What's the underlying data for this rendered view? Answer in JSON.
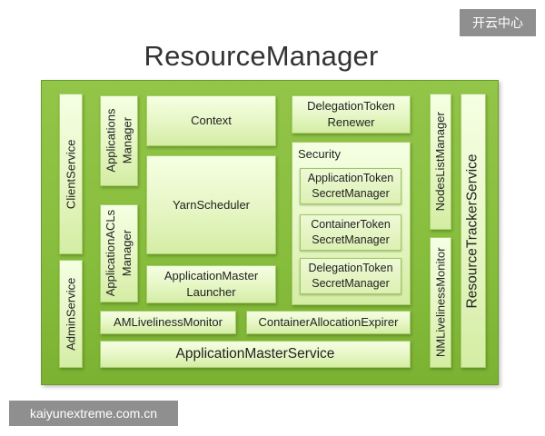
{
  "watermarks": {
    "top": "开云中心",
    "bottom": "kaiyunextreme.com.cn"
  },
  "title": "ResourceManager",
  "components": {
    "client_service": "ClientService",
    "admin_service": "AdminService",
    "applications_manager": "Applications Manager",
    "application_acls_manager": "ApplicationACLs Manager",
    "context": "Context",
    "yarn_scheduler": "YarnScheduler",
    "application_master_launcher": "ApplicationMaster Launcher",
    "delegation_token_renewer": "DelegationToken Renewer",
    "security": "Security",
    "application_token_secret_manager": "ApplicationToken SecretManager",
    "container_token_secret_manager": "ContainerToken SecretManager",
    "delegation_token_secret_manager": "DelegationToken SecretManager",
    "nodes_list_manager": "NodesListManager",
    "nm_liveliness_monitor": "NMLivelinessMonitor",
    "resource_tracker_service": "ResourceTrackerService",
    "am_liveliness_monitor": "AMLivelinessMonitor",
    "container_allocation_expirer": "ContainerAllocationExpirer",
    "application_master_service": "ApplicationMasterService"
  }
}
